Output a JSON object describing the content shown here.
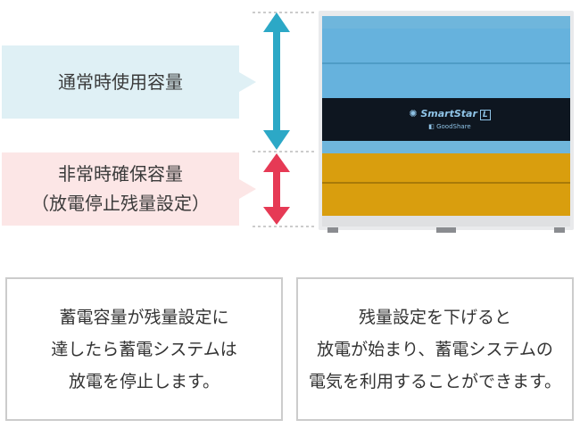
{
  "labels": {
    "usable": {
      "line1": "通常時使用容量"
    },
    "reserve": {
      "line1": "非常時確保容量",
      "line2": "（放電停止残量設定）"
    }
  },
  "device": {
    "brand": "SmartStar",
    "brand_mark": "L",
    "sub_brand": "GoodShare",
    "colors": {
      "usable": "#66b2dd",
      "reserve": "#d99e0e",
      "panel": "#0e1620"
    }
  },
  "arrows": {
    "usable_color": "#2ca8c6",
    "reserve_color": "#e63a55"
  },
  "info": {
    "left": [
      "蓄電容量が残量設定に",
      "達したら蓄電システムは",
      "放電を停止します。"
    ],
    "right": [
      "残量設定を下げると",
      "放電が始まり、蓄電システムの",
      "電気を利用することができます。"
    ]
  }
}
